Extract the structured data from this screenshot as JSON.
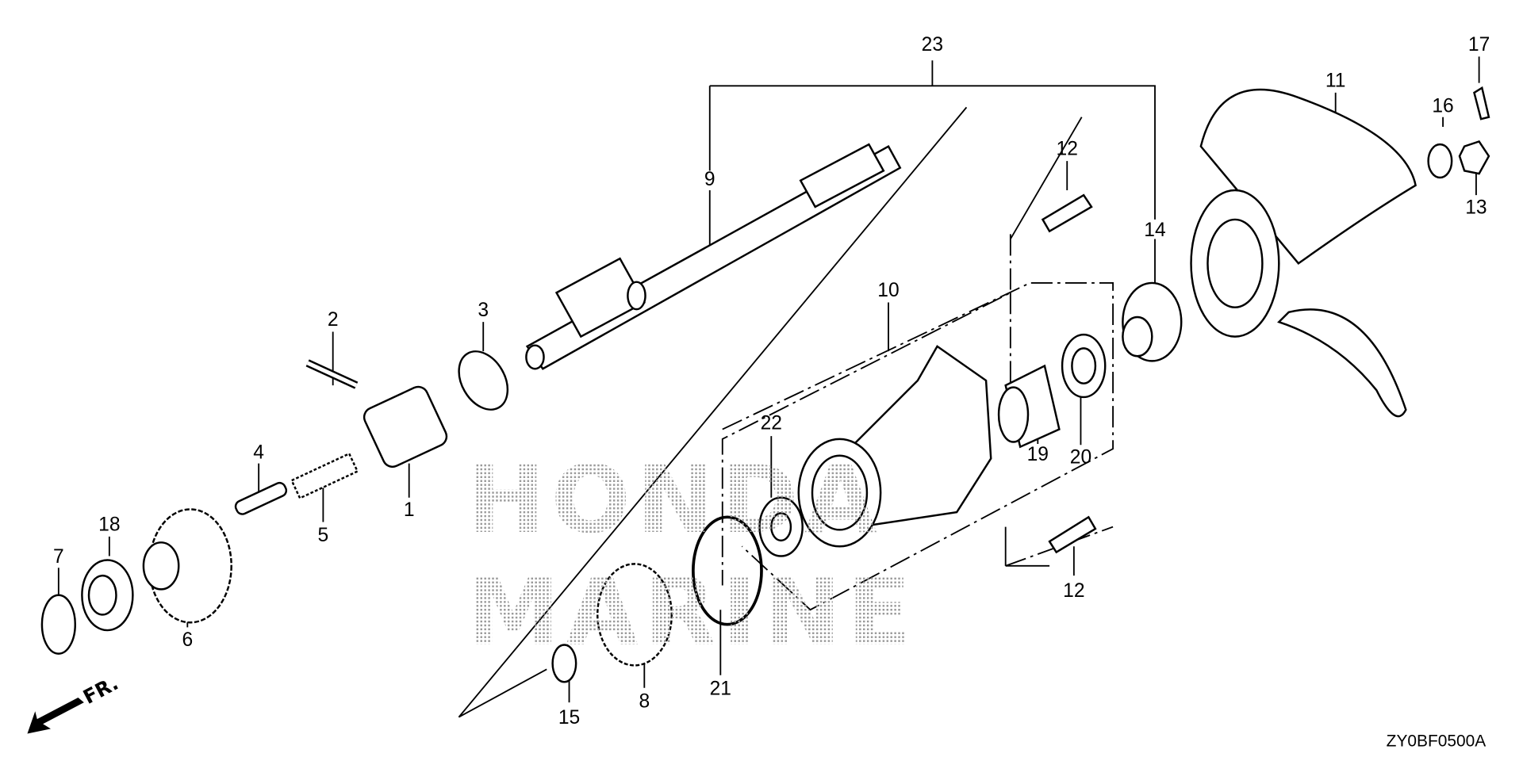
{
  "diagram": {
    "title_code": "ZY0BF0500A",
    "direction_marker": "FR.",
    "watermark": [
      "HONDA",
      "MARINE"
    ],
    "callouts": [
      "23",
      "17",
      "11",
      "16",
      "13",
      "12",
      "9",
      "14",
      "10",
      "2",
      "3",
      "4",
      "5",
      "1",
      "18",
      "7",
      "6",
      "22",
      "19",
      "20",
      "12",
      "21",
      "8",
      "15"
    ]
  }
}
